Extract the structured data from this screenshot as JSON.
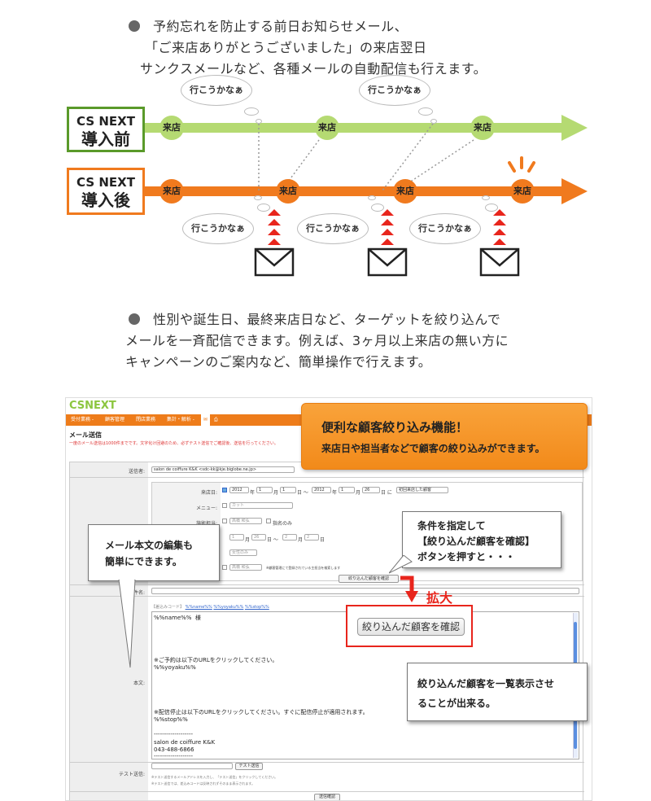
{
  "intro1": {
    "line1": "予約忘れを防止する前日お知らせメール、",
    "line2": "「ご来店ありがとうございました」の来店翌日",
    "line3": "サンクスメールなど、各種メールの自動配信も行えます。"
  },
  "diagram": {
    "before_line1": "CS NEXT",
    "before_line2": "導入前",
    "after_line1": "CS NEXT",
    "after_line2": "導入後",
    "visit_label": "来店",
    "thought_label": "行こうかなぁ"
  },
  "intro2": {
    "line1": "性別や誕生日、最終来店日など、ターゲットを絞り込んで",
    "line2": "メールを一斉配信できます。例えば、3ヶ月以上来店の無い方に",
    "line3": "キャンペーンのご案内など、簡単操作で行えます。"
  },
  "app": {
    "logo": "CSNEXT",
    "menu": [
      "受付業務 -",
      "顧客管理",
      "閉店業務",
      "集計・解析 -"
    ],
    "page_title": "メール送信",
    "page_note": "一度のメール送信は1000件までです。文字化け回避のため、必ずテスト送信でご確認後、送信を行ってください。",
    "sender_label": "送信者:",
    "sender_value": "salon de coiffure K&K <sdc-kk@kje.biglobe.ne.jp>",
    "visit_date_label": "来店日:",
    "visit_date": {
      "y1": "2012",
      "m1": "1",
      "d1": "1",
      "y2": "2012",
      "m2": "1",
      "d2": "26",
      "sep1": "年",
      "sep2": "月",
      "sep3": "日 ～",
      "sep4": "日 に",
      "option": "初回来店した顧客"
    },
    "menu_label": "メニュー:",
    "menu_select": "カット",
    "staff_label": "施術担当:",
    "staff_select": "高橋 和弘",
    "staff_check": "指名のみ",
    "birthday_d1": {
      "m": "1",
      "d": "26"
    },
    "birthday_d2": {
      "m": "2",
      "d": "2"
    },
    "birthday_unit1": "月",
    "birthday_unit2": "日 ～",
    "birthday_unit3": "月",
    "birthday_unit4": "日",
    "gender_select": "女性のみ",
    "staff2_select": "高橋 和弘",
    "staff2_note": "※顧客管理にて登録されている主担当を検索します",
    "confirm_button": "絞り込んだ顧客を確認",
    "subject_label": "件名:",
    "replace_label": "【差込みコード】",
    "replace_codes": [
      "%%name%%",
      "%%yoyaku%%",
      "%%stop%%"
    ],
    "body_label": "本文:",
    "body_lines": [
      "%%name%%  様",
      "※ご予約は以下のURLをクリックしてください。",
      "%%yoyaku%%",
      "※配信停止は以下のURLをクリックしてください。すぐに配信停止が適用されます。",
      "%%stop%%",
      "-------------------",
      "salon de coiffure K&K",
      "043-488-6866",
      "-------------------"
    ],
    "test_label": "テスト送信:",
    "test_button": "テスト送信",
    "test_note1": "※テスト送信するメールアドレスを入力し、「テスト送信」をクリックしてください。",
    "test_note2": "※テスト送信では、差込みコードは反映されずそのまま表示されます。",
    "send_button": "送信確認"
  },
  "callouts": {
    "feature_title": "便利な顧客絞り込み機能！",
    "feature_sub": "来店日や担当者などで顧客の絞り込みができます。",
    "edit_line1": "メール本文の編集も",
    "edit_line2": "簡単にできます。",
    "cond_line1": "条件を指定して",
    "cond_line2": "【絞り込んだ顧客を確認】",
    "cond_line3": "ボタンを押すと・・・",
    "zoom_label": "拡大",
    "zoom_button": "絞り込んだ顧客を確認",
    "list_line1": "絞り込んだ顧客を一覧表示させ",
    "list_line2": "ることが出来る。"
  },
  "colors": {
    "accent_orange": "#f07a1e",
    "accent_green": "#b5da72",
    "dark_green": "#5a9a2a",
    "red": "#e8251c"
  }
}
